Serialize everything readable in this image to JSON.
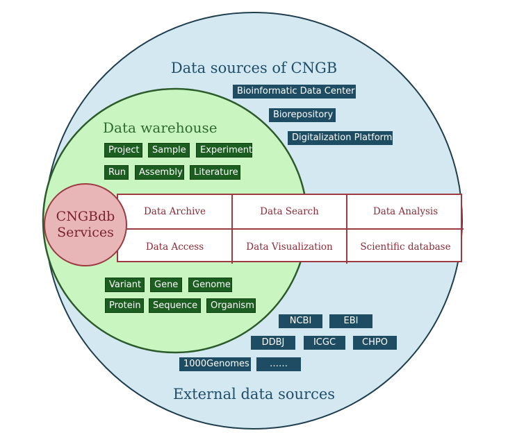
{
  "outer_title": "Data sources of CNGB",
  "bottom_title": "External data sources",
  "cngb_sources": [
    "Bioinformatic Data Center",
    "Biorepository",
    "Digitalization Platform"
  ],
  "warehouse": {
    "title": "Data warehouse",
    "top_tags": [
      "Project",
      "Sample",
      "Experiment",
      "Run",
      "Assembly",
      "Literature"
    ],
    "bottom_tags": [
      "Variant",
      "Gene",
      "Genome",
      "Protein",
      "Sequence",
      "Organism"
    ]
  },
  "services": {
    "line1": "CNGBdb",
    "line2": "Services",
    "cells": [
      "Data Archive",
      "Data Search",
      "Data Analysis",
      "Data Access",
      "Data Visualization",
      "Scientific database"
    ]
  },
  "external_sources": [
    "NCBI",
    "EBI",
    "DDBJ",
    "ICGC",
    "CHPO",
    "1000Genomes",
    "……"
  ],
  "colors": {
    "outer_circle": "#d3e8f0",
    "warehouse_circle": "#c9f5c0",
    "services_circle": "#e9b6b8",
    "blue_tag": "#1e4c63",
    "green_tag": "#1b5e20",
    "accent_red": "#9c3a40"
  }
}
